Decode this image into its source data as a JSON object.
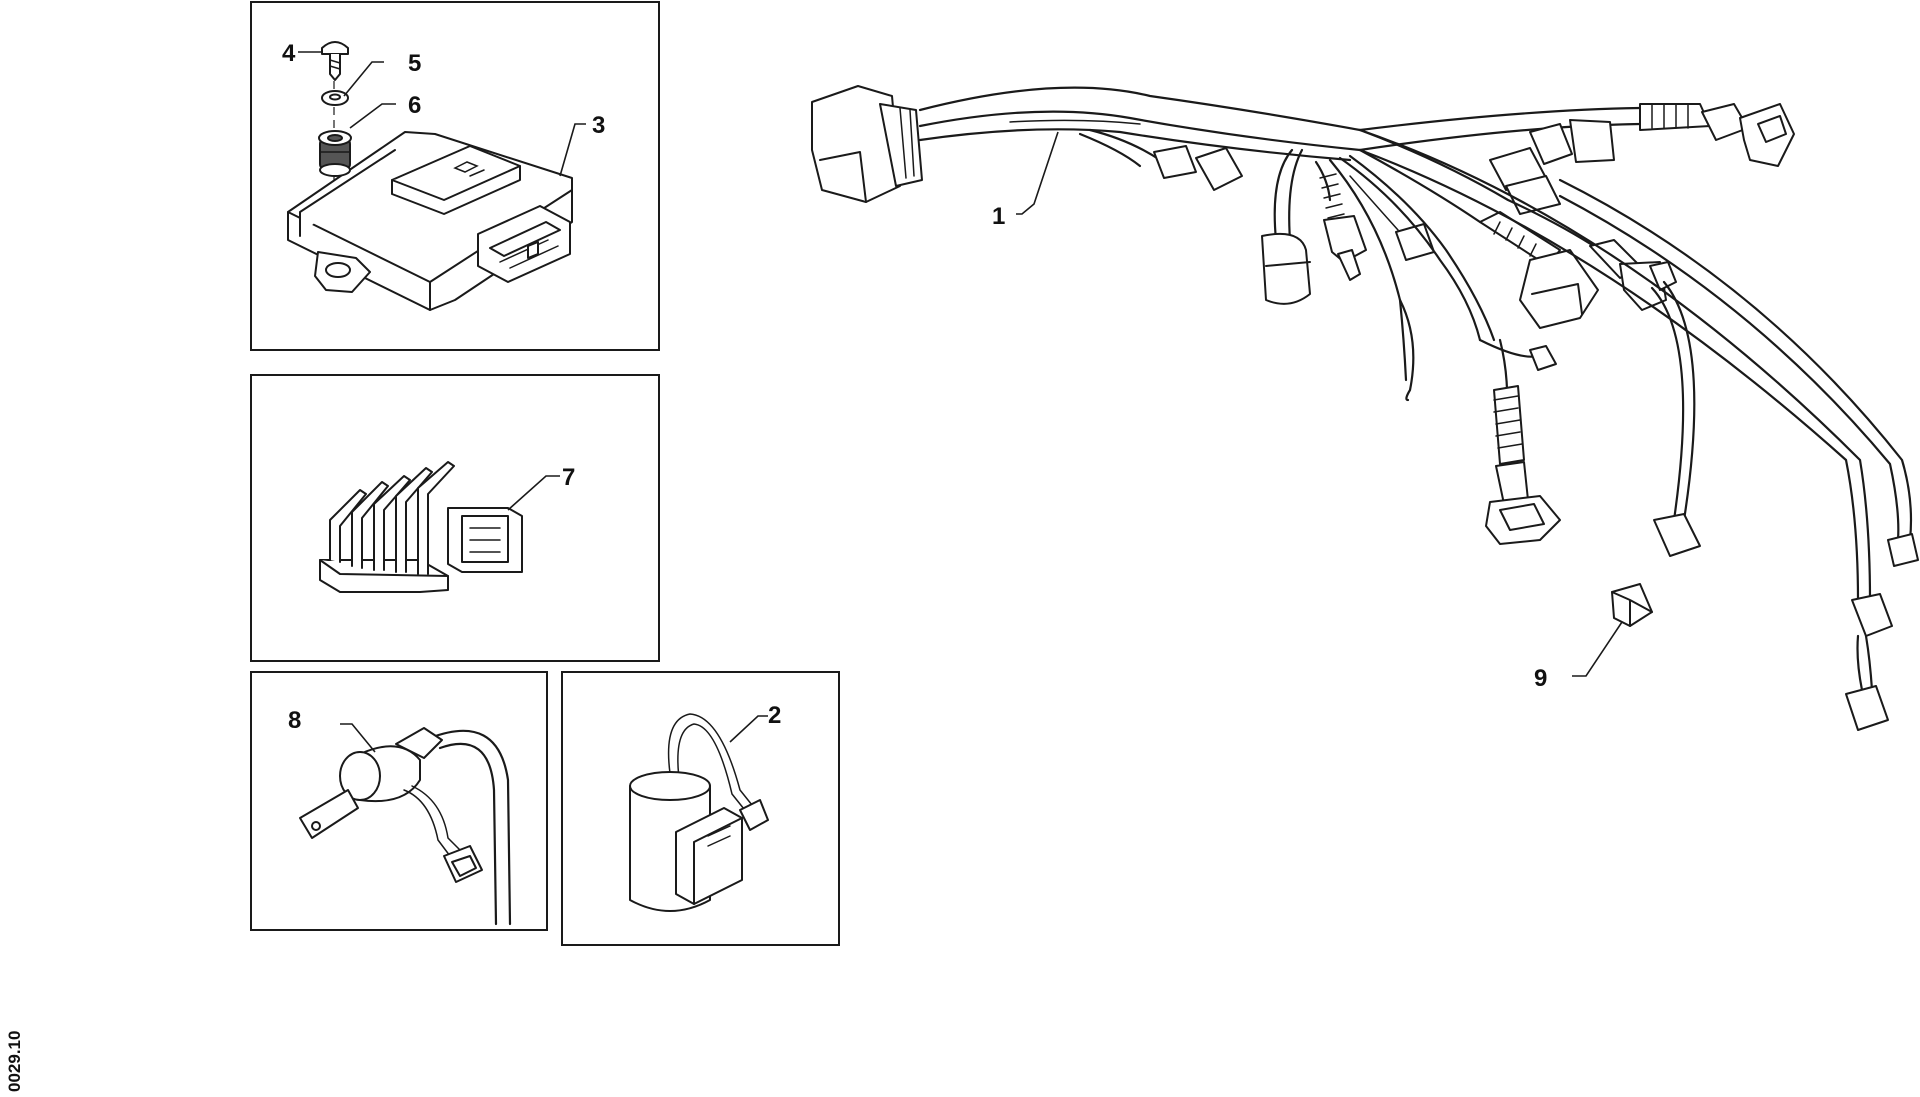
{
  "callouts": {
    "c1": "1",
    "c2": "2",
    "c3": "3",
    "c4": "4",
    "c5": "5",
    "c6": "6",
    "c7": "7",
    "c8": "8",
    "c9": "9"
  },
  "reference_code": "0029.10",
  "panels": {
    "ecu_panel": "",
    "regulator_panel": "",
    "coil_panel": "",
    "sensor_panel": ""
  }
}
